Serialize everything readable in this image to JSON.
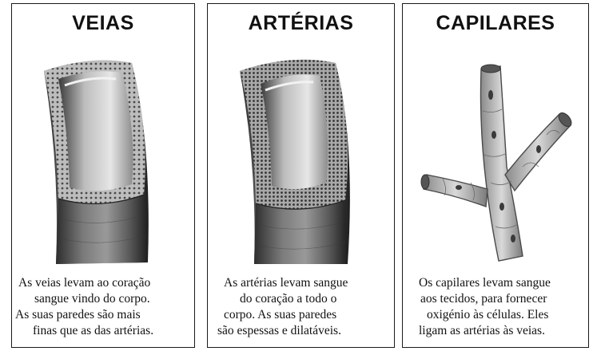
{
  "panels": [
    {
      "title": "VEIAS",
      "lines": [
        "As veias levam ao coração",
        "sangue vindo do corpo.",
        "As  suas paredes são mais",
        "finas que as das artérias."
      ]
    },
    {
      "title": "ARTÉRIAS",
      "lines": [
        "As artérias levam sangue",
        "do coração a todo o",
        "corpo.  As suas paredes",
        "são espessas e dilatáveis."
      ]
    },
    {
      "title": "CAPILARES",
      "lines": [
        "Os capilares levam sangue",
        "aos tecidos, para fornecer",
        "oxigénio às células. Eles",
        "ligam as artérias às veias."
      ]
    }
  ],
  "illustrations": [
    "vein-cross-section",
    "artery-cross-section",
    "capillary-network"
  ]
}
